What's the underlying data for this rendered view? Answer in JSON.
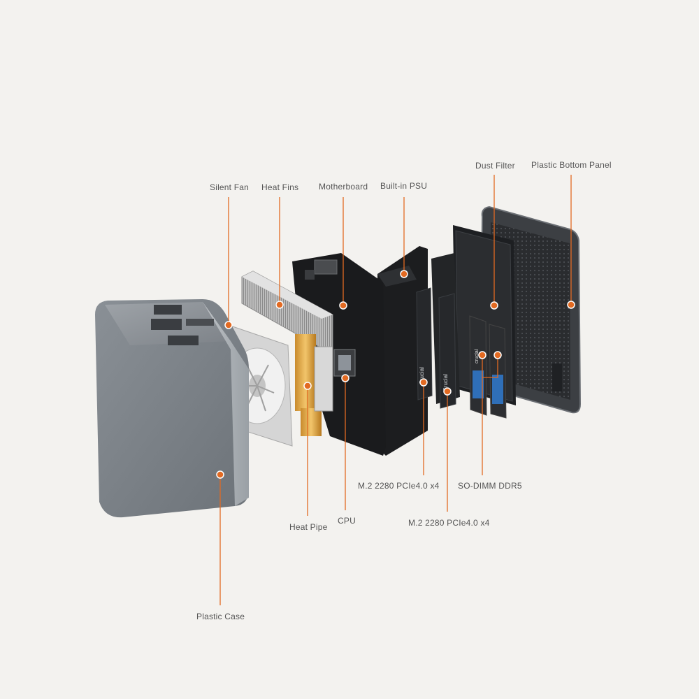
{
  "accent_color": "#e26a22",
  "labels": {
    "silent_fan": "Silent Fan",
    "heat_fins": "Heat Fins",
    "motherboard": "Motherboard",
    "built_in_psu": "Built-in PSU",
    "dust_filter": "Dust Filter",
    "plastic_bottom_panel": "Plastic Bottom Panel",
    "m2_upper": "M.2 2280 PCIe4.0 x4",
    "so_dimm": "SO-DIMM DDR5",
    "m2_lower": "M.2 2280 PCIe4.0 x4",
    "cpu": "CPU",
    "heat_pipe": "Heat Pipe",
    "plastic_case": "Plastic Case"
  },
  "component_text": {
    "ssd_brand": "Crucial",
    "ram_brand": "crucial"
  }
}
